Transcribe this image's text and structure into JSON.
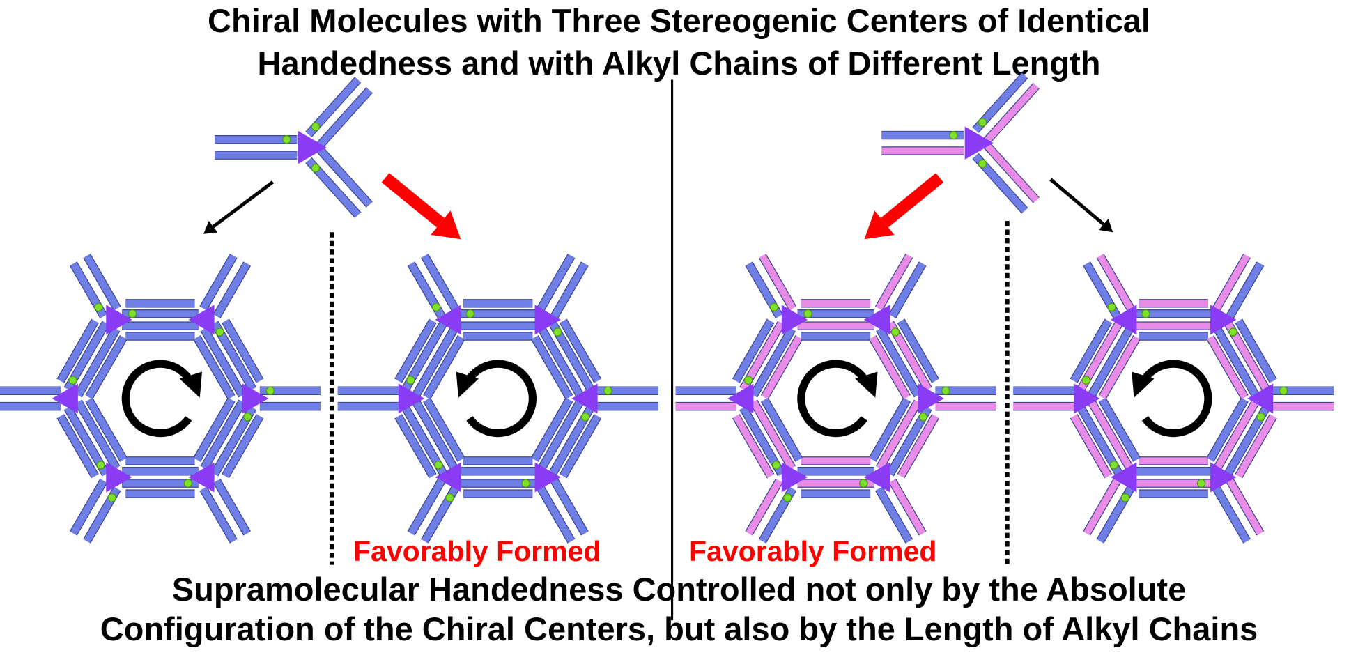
{
  "title": {
    "line1": "Chiral Molecules with Three Stereogenic Centers of Identical",
    "line2": "Handedness and with Alkyl Chains of Different Length"
  },
  "labels": {
    "favorable_left": "Favorably Formed",
    "favorable_right": "Favorably Formed"
  },
  "conclusion": {
    "line1": "Supramolecular Handedness Controlled not only by the Absolute",
    "line2": "Configuration of the Chiral Centers, but also by the Length of Alkyl Chains"
  },
  "colors": {
    "rod_blue": "#6f7fe6",
    "rod_pink": "#e88ce8",
    "core": "#8a3cf5",
    "dot": "#7ee02a",
    "arrow_red": "#ff0000",
    "text": "#000000"
  },
  "assemblies": [
    {
      "rotation": "clockwise",
      "chains": "uniform"
    },
    {
      "rotation": "counterclockwise",
      "chains": "uniform"
    },
    {
      "rotation": "clockwise",
      "chains": "mixed"
    },
    {
      "rotation": "counterclockwise",
      "chains": "mixed"
    }
  ]
}
